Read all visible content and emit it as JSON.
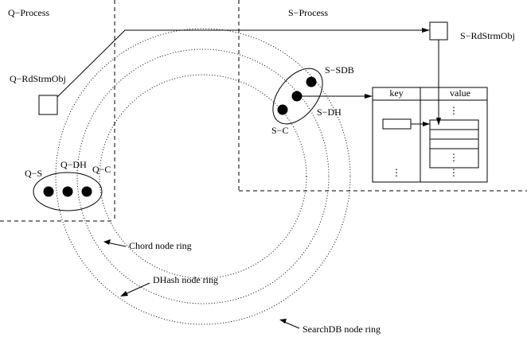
{
  "regions": {
    "q_process": "Q−Process",
    "s_process": "S−Process"
  },
  "objects": {
    "q_rdstrmobj": "Q−RdStrmObj",
    "s_rdstrmobj": "S−RdStrmObj"
  },
  "nodes": {
    "q_s": "Q−S",
    "q_dh": "Q−DH",
    "q_c": "Q−C",
    "s_sdb": "S−SDB",
    "s_dh": "S−DH",
    "s_c": "S−C"
  },
  "table": {
    "col_key": "key",
    "col_value": "value",
    "ellipsis": "⋮"
  },
  "rings": {
    "chord": "Chord node ring",
    "dhash": "DHash node ring",
    "searchdb": "SearchDB node ring"
  }
}
